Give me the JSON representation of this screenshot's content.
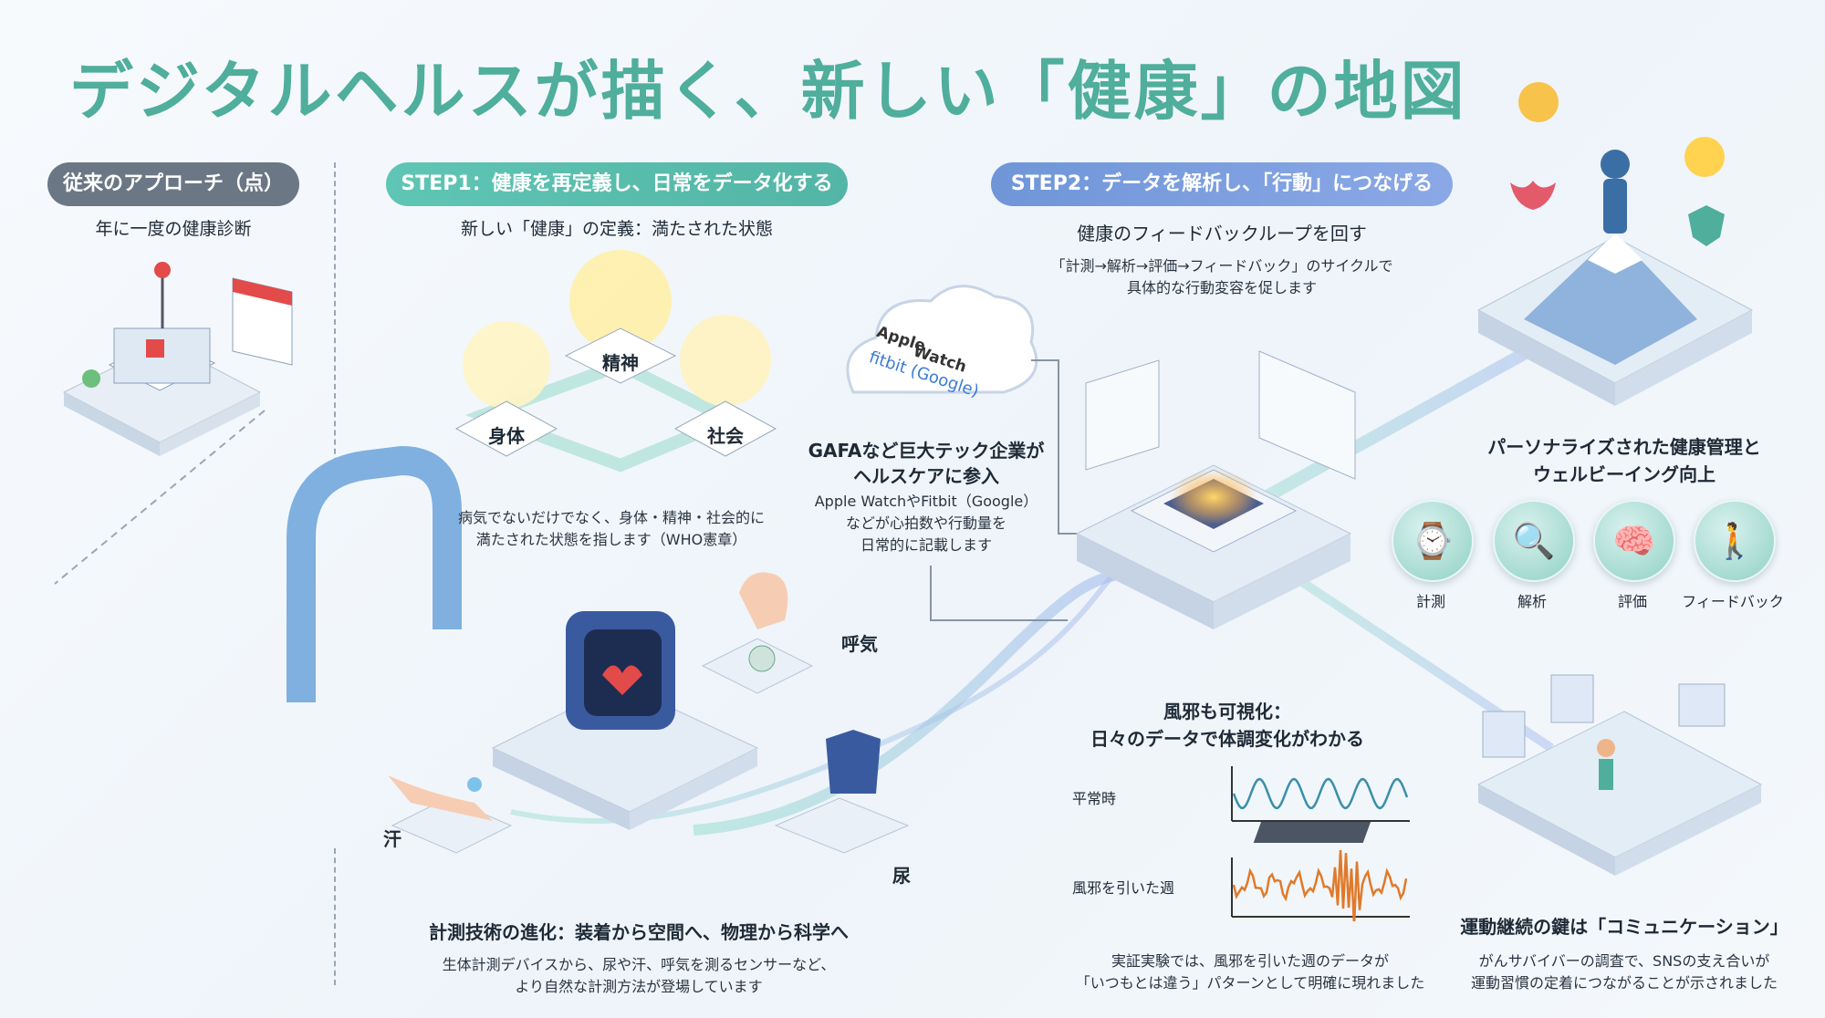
{
  "title": "デジタルヘルスが描く、新しい「健康」の地図",
  "sections": {
    "old": {
      "pill": "従来のアプローチ（点）",
      "subtitle": "年に一度の健康診断"
    },
    "step1": {
      "pill": "STEP1：健康を再定義し、日常をデータ化する",
      "subtitle": "新しい「健康」の定義：満たされた状態",
      "nodes": [
        "身体",
        "精神",
        "社会"
      ],
      "desc_line1": "病気でないだけでなく、身体・精神・社会的に",
      "desc_line2": "満たされた状態を指します（WHO憲章）"
    },
    "step2": {
      "pill": "STEP2：データを解析し、「行動」につなげる",
      "subtitle": "健康のフィードバックループを回す",
      "desc_line1": "「計測→解析→評価→フィードバック」のサイクルで",
      "desc_line2": "具体的な行動変容を促します"
    }
  },
  "cloud": {
    "brand1": "Apple",
    "brand2": "Watch",
    "brand3": "fitbit (Google)"
  },
  "gafa": {
    "heading1": "GAFAなど巨大テック企業が",
    "heading2": "ヘルスケアに参入",
    "line1": "Apple WatchやFitbit（Google）",
    "line2": "などが心拍数や行動量を",
    "line3": "日常的に記載します"
  },
  "sensors": {
    "breath": "呼気",
    "sweat": "汗",
    "urine": "尿"
  },
  "measure": {
    "heading": "計測技術の進化：装着から空間へ、物理から科学へ",
    "line1": "生体計測デバイスから、尿や汗、呼気を測るセンサーなど、",
    "line2": "より自然な計測方法が登場しています"
  },
  "cold": {
    "heading1": "風邪も可視化：",
    "heading2": "日々のデータで体調変化がわかる",
    "normal_label": "平常時",
    "cold_label": "風邪を引いた週",
    "line1": "実証実験では、風邪を引いた週のデータが",
    "line2": "「いつもとは違う」パターンとして明確に現れました"
  },
  "personal": {
    "heading1": "パーソナライズされた健康管理と",
    "heading2": "ウェルビーイング向上",
    "icons": [
      {
        "label": "計測",
        "icon": "watch-icon"
      },
      {
        "label": "解析",
        "icon": "magnifier-chart-icon"
      },
      {
        "label": "評価",
        "icon": "brain-icon"
      },
      {
        "label": "フィードバック",
        "icon": "walking-person-icon"
      }
    ]
  },
  "communication": {
    "heading": "運動継続の鍵は「コミュニケーション」",
    "line1": "がんサバイバーの調査で、SNSの支え合いが",
    "line2": "運動習慣の定着につながることが示されました"
  },
  "colors": {
    "title": "#4fae9c",
    "step1": "#5fc5b4",
    "step2": "#7a9fe0",
    "old": "#6b7785",
    "normal_wave": "#3a8fa8",
    "cold_wave": "#e07a2a"
  }
}
